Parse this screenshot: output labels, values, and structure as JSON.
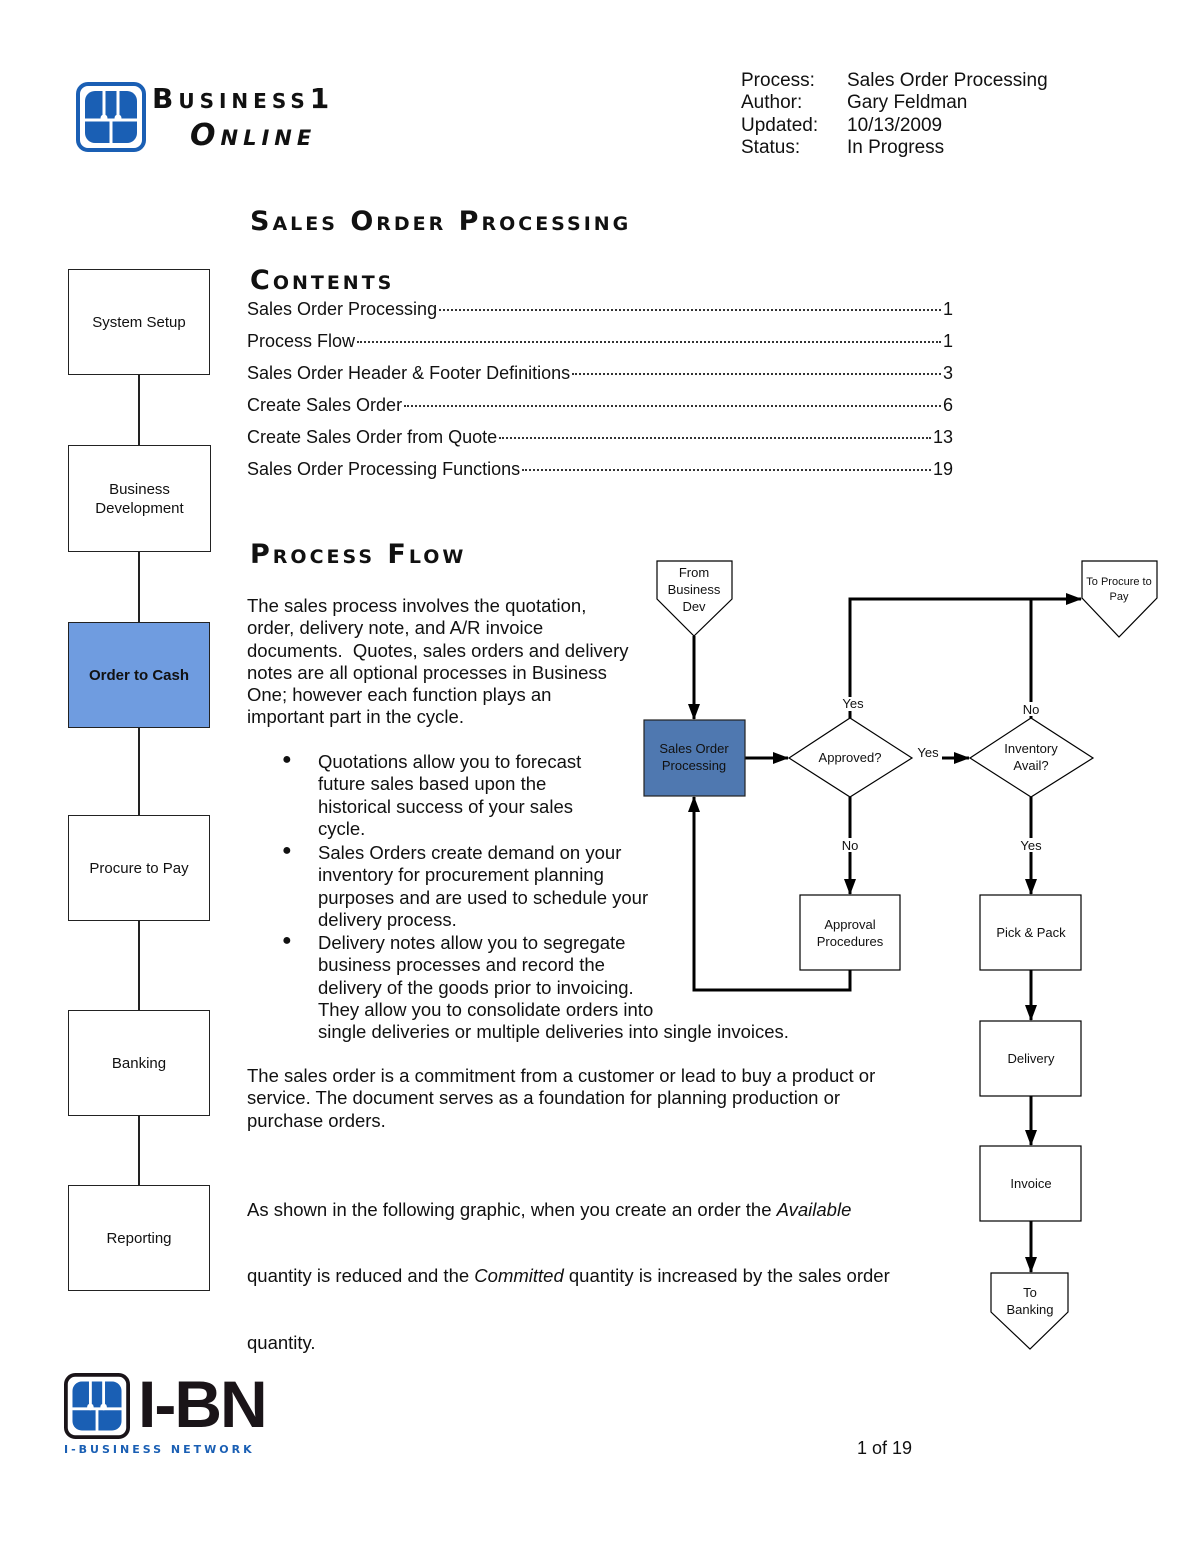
{
  "logo": {
    "line1": "Business1",
    "line2": "Online"
  },
  "meta": [
    {
      "label": "Process:",
      "value": "Sales Order Processing"
    },
    {
      "label": "Author:",
      "value": "Gary Feldman"
    },
    {
      "label": "Updated:",
      "value": "10/13/2009"
    },
    {
      "label": "Status:",
      "value": "In Progress"
    }
  ],
  "title": "Sales Order Processing",
  "contents": {
    "heading": "Contents",
    "items": [
      {
        "label": "Sales Order Processing",
        "page": "1"
      },
      {
        "label": "Process Flow",
        "page": "1"
      },
      {
        "label": "Sales Order Header & Footer Definitions",
        "page": "3"
      },
      {
        "label": "Create Sales Order",
        "page": "6"
      },
      {
        "label": "Create Sales Order from Quote",
        "page": "13"
      },
      {
        "label": "Sales Order Processing Functions",
        "page": "19"
      }
    ]
  },
  "sidebar": {
    "items": [
      {
        "label": "System Setup",
        "active": false
      },
      {
        "label": "Business Development",
        "active": false
      },
      {
        "label": "Order to Cash",
        "active": true
      },
      {
        "label": "Procure to Pay",
        "active": false
      },
      {
        "label": "Banking",
        "active": false
      },
      {
        "label": "Reporting",
        "active": false
      }
    ]
  },
  "process_flow": {
    "heading": "Process Flow",
    "intro_lines": [
      "The sales process involves the quotation,",
      "order, delivery note, and A/R invoice",
      "documents.  Quotes, sales orders and delivery",
      "notes are all optional processes in Business",
      "One; however each function plays an",
      "important part in the cycle."
    ],
    "bullets": [
      [
        "Quotations allow you to forecast",
        "future sales based upon the",
        "historical success of your sales",
        "cycle."
      ],
      [
        "Sales Orders create demand on your",
        "inventory for procurement planning",
        "purposes and are used to schedule your",
        "delivery process."
      ],
      [
        "Delivery notes allow you to segregate",
        "business processes and record the",
        "delivery of the goods prior to invoicing.",
        "They allow you to consolidate orders into",
        "single deliveries or multiple deliveries into single invoices."
      ]
    ],
    "para2_lines": [
      "The sales order is a commitment from a customer or lead to buy a product or",
      "service. The document serves as a foundation for planning production or",
      "purchase orders."
    ],
    "para3": {
      "l1a": "As shown in the following graphic, when you create an order the ",
      "l1i": "Available",
      "l2a": "quantity is reduced and the ",
      "l2i": "Committed",
      "l2b": " quantity is increased by the sales order",
      "l3": "quantity."
    }
  },
  "flowchart": {
    "from_bd": [
      "From",
      "Business",
      "Dev"
    ],
    "sop": [
      "Sales Order",
      "Processing"
    ],
    "approved": "Approved?",
    "inventory": [
      "Inventory",
      "Avail?"
    ],
    "to_ptp": [
      "To Procure to",
      "Pay"
    ],
    "approval_proc": [
      "Approval",
      "Procedures"
    ],
    "pick_pack": "Pick & Pack",
    "delivery": "Delivery",
    "invoice": "Invoice",
    "to_banking": [
      "To",
      "Banking"
    ],
    "yes": "Yes",
    "no": "No",
    "sop_color": "#4f78b0"
  },
  "footer": {
    "brand": "I-BN",
    "tagline": "I-Business Network",
    "page": "1 of 19"
  },
  "colors": {
    "brand_blue": "#1a5fb4",
    "active_nav": "#6f9ce0"
  }
}
